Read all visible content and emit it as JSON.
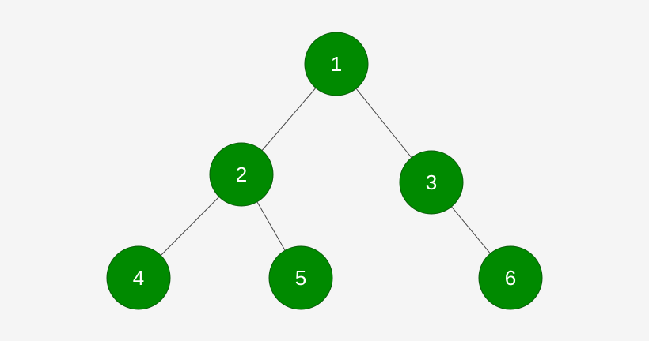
{
  "colors": {
    "background": "#f5f5f5",
    "node_fill": "#008a00",
    "node_stroke": "#0a5c0a",
    "node_text": "#ffffff",
    "edge": "#444444"
  },
  "tree": {
    "nodes": [
      {
        "id": "1",
        "label": "1"
      },
      {
        "id": "2",
        "label": "2"
      },
      {
        "id": "3",
        "label": "3"
      },
      {
        "id": "4",
        "label": "4"
      },
      {
        "id": "5",
        "label": "5"
      },
      {
        "id": "6",
        "label": "6"
      }
    ],
    "edges": [
      {
        "from": "1",
        "to": "2"
      },
      {
        "from": "1",
        "to": "3"
      },
      {
        "from": "2",
        "to": "4"
      },
      {
        "from": "2",
        "to": "5"
      },
      {
        "from": "3",
        "to": "6"
      }
    ]
  }
}
